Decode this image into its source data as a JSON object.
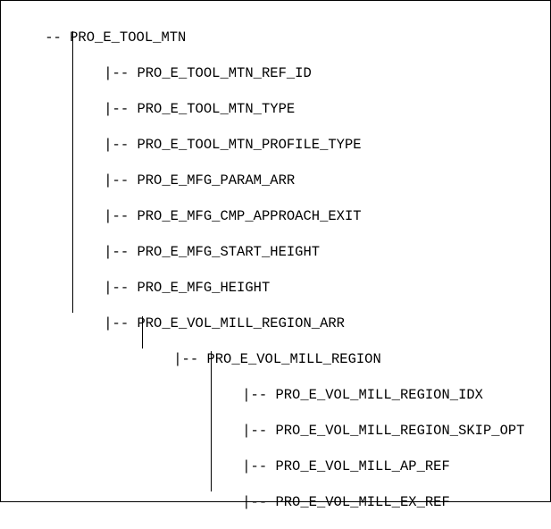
{
  "colors": {
    "border": "#000000",
    "text": "#000000",
    "background": "#ffffff"
  },
  "tree": {
    "root": {
      "prefix": "-- ",
      "label": "PRO_E_TOOL_MTN"
    },
    "level1": [
      {
        "prefix": "|-- ",
        "label": "PRO_E_TOOL_MTN_REF_ID"
      },
      {
        "prefix": "|-- ",
        "label": "PRO_E_TOOL_MTN_TYPE"
      },
      {
        "prefix": "|-- ",
        "label": "PRO_E_TOOL_MTN_PROFILE_TYPE"
      },
      {
        "prefix": "|-- ",
        "label": "PRO_E_MFG_PARAM_ARR"
      },
      {
        "prefix": "|-- ",
        "label": "PRO_E_MFG_CMP_APPROACH_EXIT"
      },
      {
        "prefix": "|-- ",
        "label": "PRO_E_MFG_START_HEIGHT"
      },
      {
        "prefix": "|-- ",
        "label": "PRO_E_MFG_HEIGHT"
      },
      {
        "prefix": "|-- ",
        "label": "PRO_E_VOL_MILL_REGION_ARR"
      }
    ],
    "level2": [
      {
        "prefix": "|-- ",
        "label": "PRO_E_VOL_MILL_REGION"
      }
    ],
    "level3": [
      {
        "prefix": "|-- ",
        "label": "PRO_E_VOL_MILL_REGION_IDX"
      },
      {
        "prefix": "|-- ",
        "label": "PRO_E_VOL_MILL_REGION_SKIP_OPT"
      },
      {
        "prefix": "|-- ",
        "label": "PRO_E_VOL_MILL_AP_REF"
      },
      {
        "prefix": "|-- ",
        "label": "PRO_E_VOL_MILL_EX_REF"
      }
    ]
  }
}
